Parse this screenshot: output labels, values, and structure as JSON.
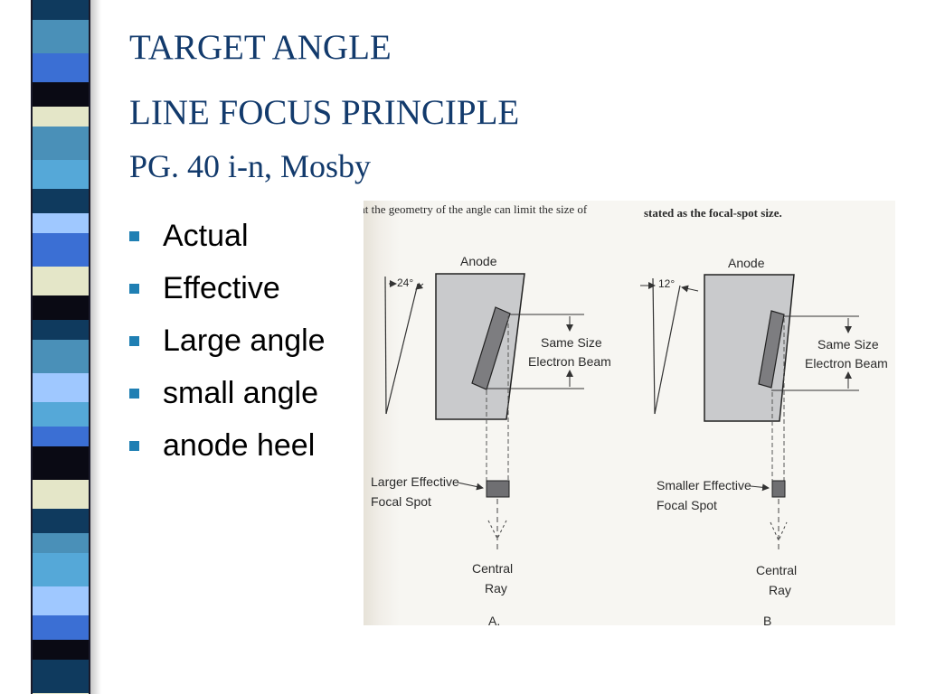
{
  "slide": {
    "title_line1": "TARGET ANGLE",
    "title_line2": "LINE FOCUS PRINCIPLE",
    "title_line3": "PG. 40 i-n, Mosby"
  },
  "bullets": [
    {
      "label": "Actual"
    },
    {
      "label": "Effective"
    },
    {
      "label": "Large angle"
    },
    {
      "label": "small angle"
    },
    {
      "label": "anode heel"
    }
  ],
  "figure": {
    "caption_left_fragment": "at the geometry of the angle can limit the size of",
    "caption_right_fragment": "stated as the focal-spot size.",
    "panel_a": {
      "angle": "24°",
      "anode": "Anode",
      "beam_line1": "Same Size",
      "beam_line2": "Electron Beam",
      "spot_line1": "Larger Effective",
      "spot_line2": "Focal Spot",
      "ray_line1": "Central",
      "ray_line2": "Ray",
      "panel_label": "A."
    },
    "panel_b": {
      "angle": "12°",
      "anode": "Anode",
      "beam_line1": "Same Size",
      "beam_line2": "Electron Beam",
      "spot_line1": "Smaller Effective",
      "spot_line2": "Focal Spot",
      "ray_line1": "Central",
      "ray_line2": "Ray",
      "panel_label": "B"
    }
  },
  "colors": {
    "title": "#123a6c",
    "bullet_marker": "#1f7fb3",
    "anode_fill": "#c9cacc",
    "target_fill": "#7d7d80",
    "stripe_palette": [
      "#0f3a5e",
      "#4a90b8",
      "#3b6fd4",
      "#0a0a14",
      "#e4e6c8",
      "#55a8d8",
      "#9fc8ff",
      "#1ea0d8"
    ]
  }
}
